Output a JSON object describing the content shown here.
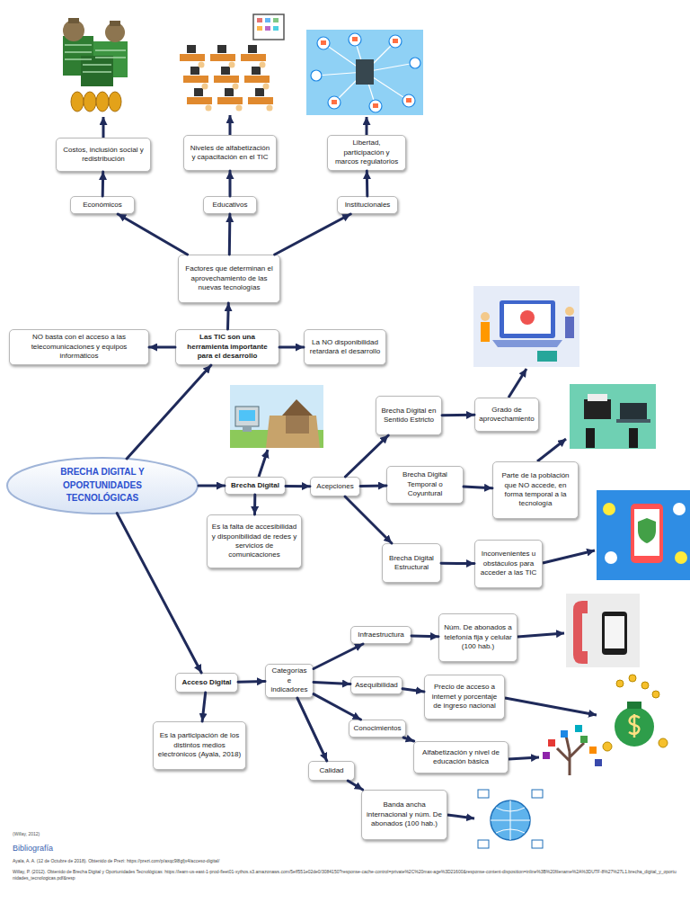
{
  "diagram": {
    "nodes": [
      {
        "text": [
          "Costos, inclusión social y redistribución"
        ]
      },
      {
        "text": [
          "Niveles de alfabetización y capacitación en el TIC"
        ]
      },
      {
        "text": [
          "Libertad, participación y marcos regulatorios"
        ]
      },
      {
        "text": [
          "Económicos"
        ]
      },
      {
        "text": [
          "Educativos"
        ]
      },
      {
        "text": [
          "Institucionales"
        ]
      },
      {
        "text": [
          "Factores que determinan el aprovechamiento de las nuevas tecnologías"
        ]
      },
      {
        "text": [
          "NO basta con el acceso a las telecomunicaciones y equipos informáticos"
        ]
      },
      {
        "text": [
          "Las TIC son una herramienta importante para el desarrollo"
        ]
      },
      {
        "text": [
          "La NO disponibilidad retardará el desarrollo"
        ]
      },
      {
        "text": [
          "Brecha Digital en Sentido Estricto"
        ]
      },
      {
        "text": [
          "Grado de aprovechamiento"
        ]
      },
      {
        "text": [
          "BRECHA DIGITAL Y OPORTUNIDADES TECNOLÓGICAS"
        ]
      },
      {
        "text": [
          "Brecha Digital"
        ]
      },
      {
        "text": [
          "Acepciones"
        ]
      },
      {
        "text": [
          "Brecha Digital Temporal o Coyuntural"
        ]
      },
      {
        "text": [
          "Parte de la población que NO accede, en forma temporal a la tecnología"
        ]
      },
      {
        "text": [
          "Es la falta de accesibilidad y disponibilidad de redes y servicios de comunicaciones"
        ]
      },
      {
        "text": [
          "Brecha Digital Estructural"
        ]
      },
      {
        "text": [
          "Inconvenientes u obstáculos para acceder a las TIC"
        ]
      },
      {
        "text": [
          "Infraestructura"
        ]
      },
      {
        "text": [
          "Núm. De abonados a telefonía fija y celular (100 hab.)"
        ]
      },
      {
        "text": [
          "Acceso Digital"
        ]
      },
      {
        "text": [
          "Categorías e indicadores"
        ]
      },
      {
        "text": [
          "Asequibilidad"
        ]
      },
      {
        "text": [
          "Precio de acceso a internet y porcentaje de ingreso nacional"
        ]
      },
      {
        "text": [
          "Es la participación de los distintos medios electrónicos (Ayala, 2018)"
        ]
      },
      {
        "text": [
          "Conocimientos"
        ]
      },
      {
        "text": [
          "Alfabetización y nivel de educación básica"
        ]
      },
      {
        "text": [
          "Calidad"
        ]
      },
      {
        "text": [
          "Banda ancha internacional y núm. De abonados (100 hab.)"
        ]
      }
    ],
    "edges": [
      {
        "from": 3,
        "to": 0,
        "arrow": "to"
      },
      {
        "from": 4,
        "to": 1,
        "arrow": "to"
      },
      {
        "from": 5,
        "to": 2,
        "arrow": "to"
      },
      {
        "from": 6,
        "to": 3,
        "arrow": "to"
      },
      {
        "from": 6,
        "to": 4,
        "arrow": "to"
      },
      {
        "from": 6,
        "to": 5,
        "arrow": "to"
      },
      {
        "from": 8,
        "to": 6,
        "arrow": "to"
      },
      {
        "from": 8,
        "to": 7,
        "arrow": "to"
      },
      {
        "from": 8,
        "to": 9,
        "arrow": "to"
      },
      {
        "from": 12,
        "to": 8,
        "arrow": "to"
      },
      {
        "from": 12,
        "to": 13,
        "arrow": "to"
      },
      {
        "from": 12,
        "to": 22,
        "arrow": "to"
      },
      {
        "from": 13,
        "to": 14,
        "arrow": "to"
      },
      {
        "from": 13,
        "to": 17,
        "arrow": "to"
      },
      {
        "from": 14,
        "to": 10,
        "arrow": "to"
      },
      {
        "from": 14,
        "to": 15,
        "arrow": "to"
      },
      {
        "from": 14,
        "to": 18,
        "arrow": "to"
      },
      {
        "from": 10,
        "to": 11,
        "arrow": "to"
      },
      {
        "from": 15,
        "to": 16,
        "arrow": "to"
      },
      {
        "from": 18,
        "to": 19,
        "arrow": "to"
      },
      {
        "from": 22,
        "to": 23,
        "arrow": "to"
      },
      {
        "from": 22,
        "to": 26,
        "arrow": "to"
      },
      {
        "from": 23,
        "to": 20,
        "arrow": "to"
      },
      {
        "from": 23,
        "to": 24,
        "arrow": "to"
      },
      {
        "from": 23,
        "to": 27,
        "arrow": "to"
      },
      {
        "from": 23,
        "to": 29,
        "arrow": "to"
      },
      {
        "from": 20,
        "to": 21,
        "arrow": "to"
      },
      {
        "from": 24,
        "to": 25,
        "arrow": "to"
      },
      {
        "from": 27,
        "to": 28,
        "arrow": "to"
      },
      {
        "from": 29,
        "to": 30,
        "arrow": "to"
      }
    ],
    "labels": [
      "(Willay, 2012)",
      "Bibliografía",
      "Ayala, A. A. (12 de Octubre de 2018). Obtenido de Prezi: https://prezi.com/p/axqc9l8gfjx4/acceso-digital/",
      "Willay, P. (2012). Obtenido de Brecha Digital y Oportunidades Tecnológicas: https://learn-us-east-1-prod-fleet01-xythos.s3.amazonaws.com/5eff551e02de0/3084150?response-cache-control=private%2C%20max-age%3D21600&response-content-disposition=inline%3B%20filename%2A%3DUTF-8%27%27L1.brecha_digital_y_oportunidades_tecnologicas.pdf&resp"
    ]
  }
}
